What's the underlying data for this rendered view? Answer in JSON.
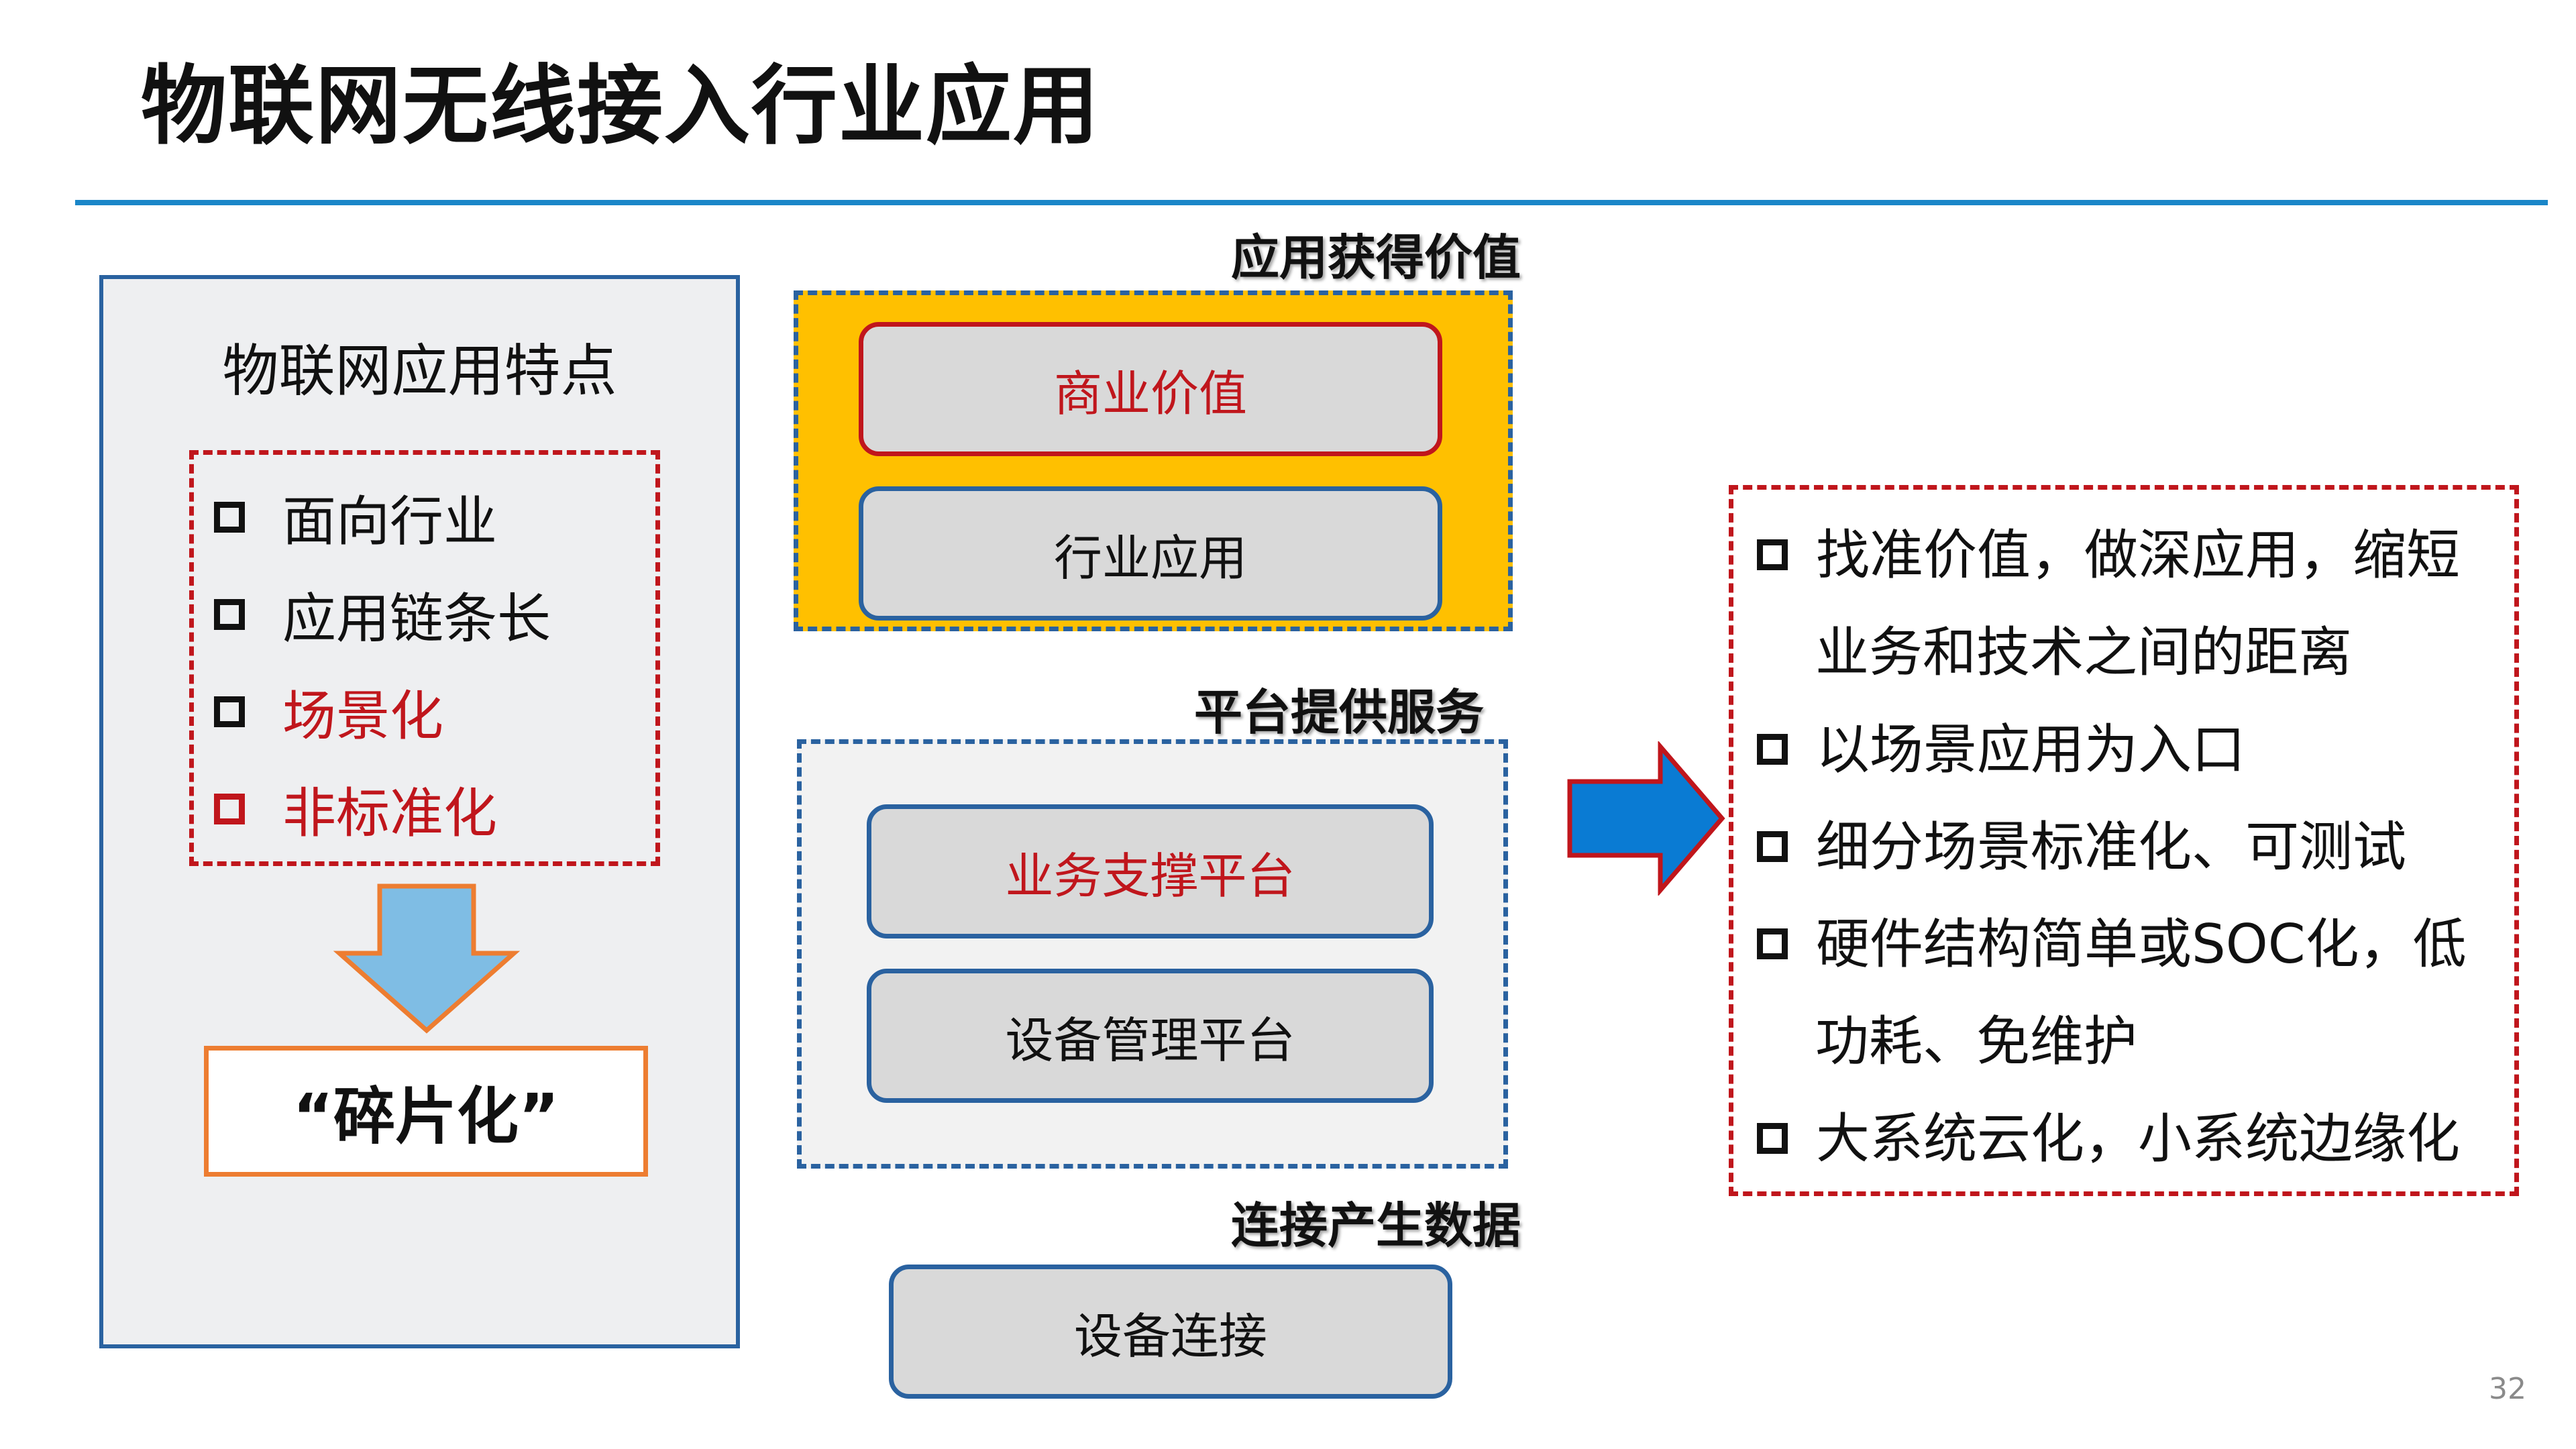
{
  "title": "物联网无线接入行业应用",
  "left_panel": {
    "heading": "物联网应用特点",
    "features": [
      {
        "text": "面向行业",
        "highlight": false
      },
      {
        "text": "应用链条长",
        "highlight": false
      },
      {
        "text": "场景化",
        "highlight": true
      },
      {
        "text": "非标准化",
        "highlight": true
      }
    ],
    "result": "“碎片化”"
  },
  "middle": {
    "value_label": "应用获得价值",
    "business_value": "商业价值",
    "industry_app": "行业应用",
    "service_label": "平台提供服务",
    "support_platform": "业务支撑平台",
    "device_mgmt_platform": "设备管理平台",
    "data_label": "连接产生数据",
    "device_connection": "设备连接"
  },
  "right_box": {
    "items": [
      {
        "line1": "找准价值，做深应用，缩短",
        "line2": "业务和技术之间的距离"
      },
      {
        "line1": "以场景应用为入口"
      },
      {
        "line1": "细分场景标准化、可测试"
      },
      {
        "line1": "硬件结构简单或SOC化，低",
        "line2": "功耗、免维护"
      },
      {
        "line1": "大系统云化，小系统边缘化"
      }
    ]
  },
  "page_number": "32",
  "colors": {
    "accent_blue": "#1a86c8",
    "border_blue": "#2a62a0",
    "red": "#c0161c",
    "gold": "#ffc000",
    "orange": "#ed7d31",
    "arrow_light_blue": "#7fbde4",
    "arrow_blue": "#0a7bd3"
  }
}
